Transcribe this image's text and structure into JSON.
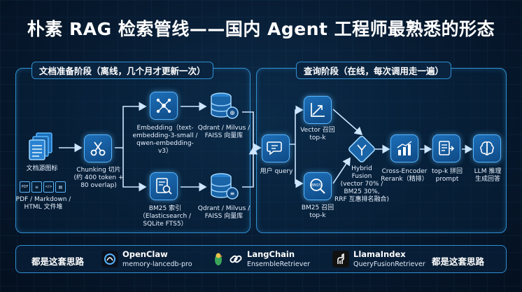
{
  "title": "朴素 RAG 检索管线——国内 Agent 工程师最熟悉的形态",
  "offline": {
    "heading": "文档准备阶段（离线，几个月才更新一次）",
    "docs_icon_label": "文档源图标",
    "file_types": [
      "PDF",
      "</>",
      "</>",
      "▤"
    ],
    "docs_label": "PDF / Markdown /\nHTML 文件堆",
    "chunking_label": "Chunking 切片\n(约 400 token +\n80 overlap)",
    "embedding_label": "Embedding（text-\nembedding-3-small /\nqwen-embedding-v3）",
    "vector_store_label": "Qdrant / Milvus /\nFAISS 向量库",
    "bm25_label": "BM25 索引\n（Elasticsearch /\nSQLite FTS5）",
    "bm25_store_label": "Qdrant / Milvus /\nFAISS 向量库"
  },
  "online": {
    "heading": "查询阶段（在线，每次调用走一遍）",
    "query_label": "用户 query",
    "vector_recall_label": "Vector 召回\ntop-k",
    "bm25_recall_label": "BM25 召回\ntop-k",
    "bm25_badge": "BM25",
    "fusion_label": "Hybrid\nFusion\n(vector 70% /\nBM25 30%,\nRRF 互惠排名融合)",
    "rerank_label": "Cross-Encoder\nRerank（精排）",
    "prompt_label": "top-k 拼回\nprompt",
    "llm_label": "LLM 推理\n生成回答"
  },
  "bottom": {
    "left_text": "都是这套思路",
    "right_text": "都是这套思路",
    "frameworks": [
      {
        "name": "OpenClaw",
        "sub": "memory-lancedb-pro"
      },
      {
        "name": "LangChain",
        "sub": "EnsembleRetriever"
      },
      {
        "name": "LlamaIndex",
        "sub": "QueryFusionRetriever"
      }
    ]
  },
  "colors": {
    "accent": "#59b7ff",
    "panel_border": "#2f8fd1",
    "background": "#071a30"
  }
}
